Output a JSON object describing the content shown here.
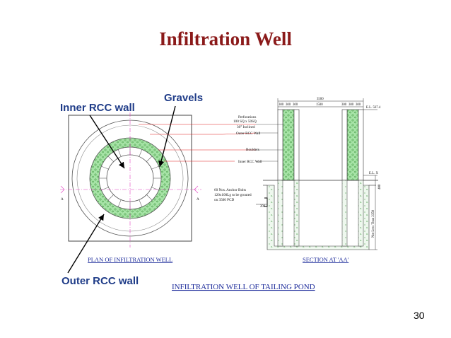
{
  "title": "Infiltration Well",
  "page_number": "30",
  "callouts": {
    "inner_rcc_wall": "Inner RCC wall",
    "gravels": "Gravels",
    "outer_rcc_wall": "Outer RCC wall"
  },
  "plan": {
    "caption": "PLAN OF INFILTRATION WELL",
    "section_marker": "A"
  },
  "section": {
    "caption": "SECTION AT 'AA'",
    "labels": {
      "perforations": "Perforations",
      "perforation_size": "100 SQ x 50SQ",
      "perforation_angle": "30° Inclined",
      "outer_rcc_wall": "Outer RCC Wall",
      "boulders": "Boulders",
      "inner_rcc_wall": "Inner RCC Wall",
      "anchor_1": "60 Nos. Anchor Bolts",
      "anchor_2": "120x100Lg to be grouted",
      "anchor_3": "on 3500 PCD"
    },
    "dimensions": {
      "overall_width": "3500",
      "seg_left": "300",
      "seg_center": "1500",
      "seg_right": "300",
      "el_top": "E.L. 567.4",
      "el_x": "E.L. X",
      "side_height": "400",
      "bottom_depth": "Not Less Than 2350",
      "base_dim": "200"
    }
  },
  "footer_caption": "INFILTRATION WELL OF TAILING POND",
  "colors": {
    "title": "#8b1a1a",
    "callout_text": "#1f3c88",
    "gravel": "#90d890",
    "concrete": "#e8f6e8",
    "guide_line": "#e040c0",
    "leader_line": "#e02020"
  }
}
